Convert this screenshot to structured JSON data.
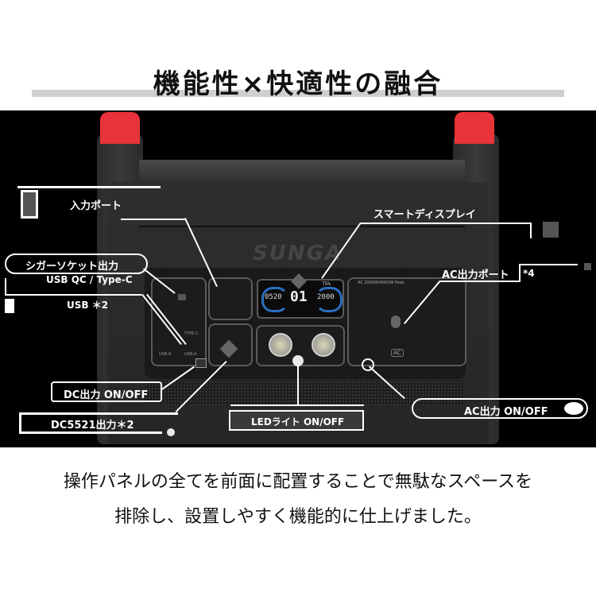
{
  "header": {
    "title": "機能性×快適性の融合"
  },
  "device": {
    "brand_logo": "SUNGA",
    "display": {
      "left_value": "0520",
      "center_value": "01",
      "right_value": "2000",
      "battery_label": "75%"
    },
    "ac_panel_label": "AC 2000W/4000W Peak",
    "ac_badge": "AC",
    "usb_labels": [
      "TYPE-C",
      "USB-A",
      "USB-A"
    ],
    "colors": {
      "handle_accent": "#e8333a",
      "display_arc": "#2a6fc0",
      "background": "#000000"
    }
  },
  "callouts": {
    "input_port": "入力ポート",
    "smart_display": "スマートディスプレイ",
    "cigar_socket": "シガーソケット出力",
    "usb_qc": "USB QC / Type-C",
    "usb_x2": "USB ＊2",
    "ac_port": "AC出力ポート",
    "ac_port_count": "*4",
    "dc_switch": "DC出力 ON/OFF",
    "dc5521": "DC5521出力＊2",
    "led_switch": "LEDライト ON/OFF",
    "ac_switch": "AC出力 ON/OFF"
  },
  "caption": {
    "line1": "操作パネルの全てを前面に配置することで無駄なスペースを",
    "line2": "排除し、設置しやすく機能的に仕上げました。"
  }
}
